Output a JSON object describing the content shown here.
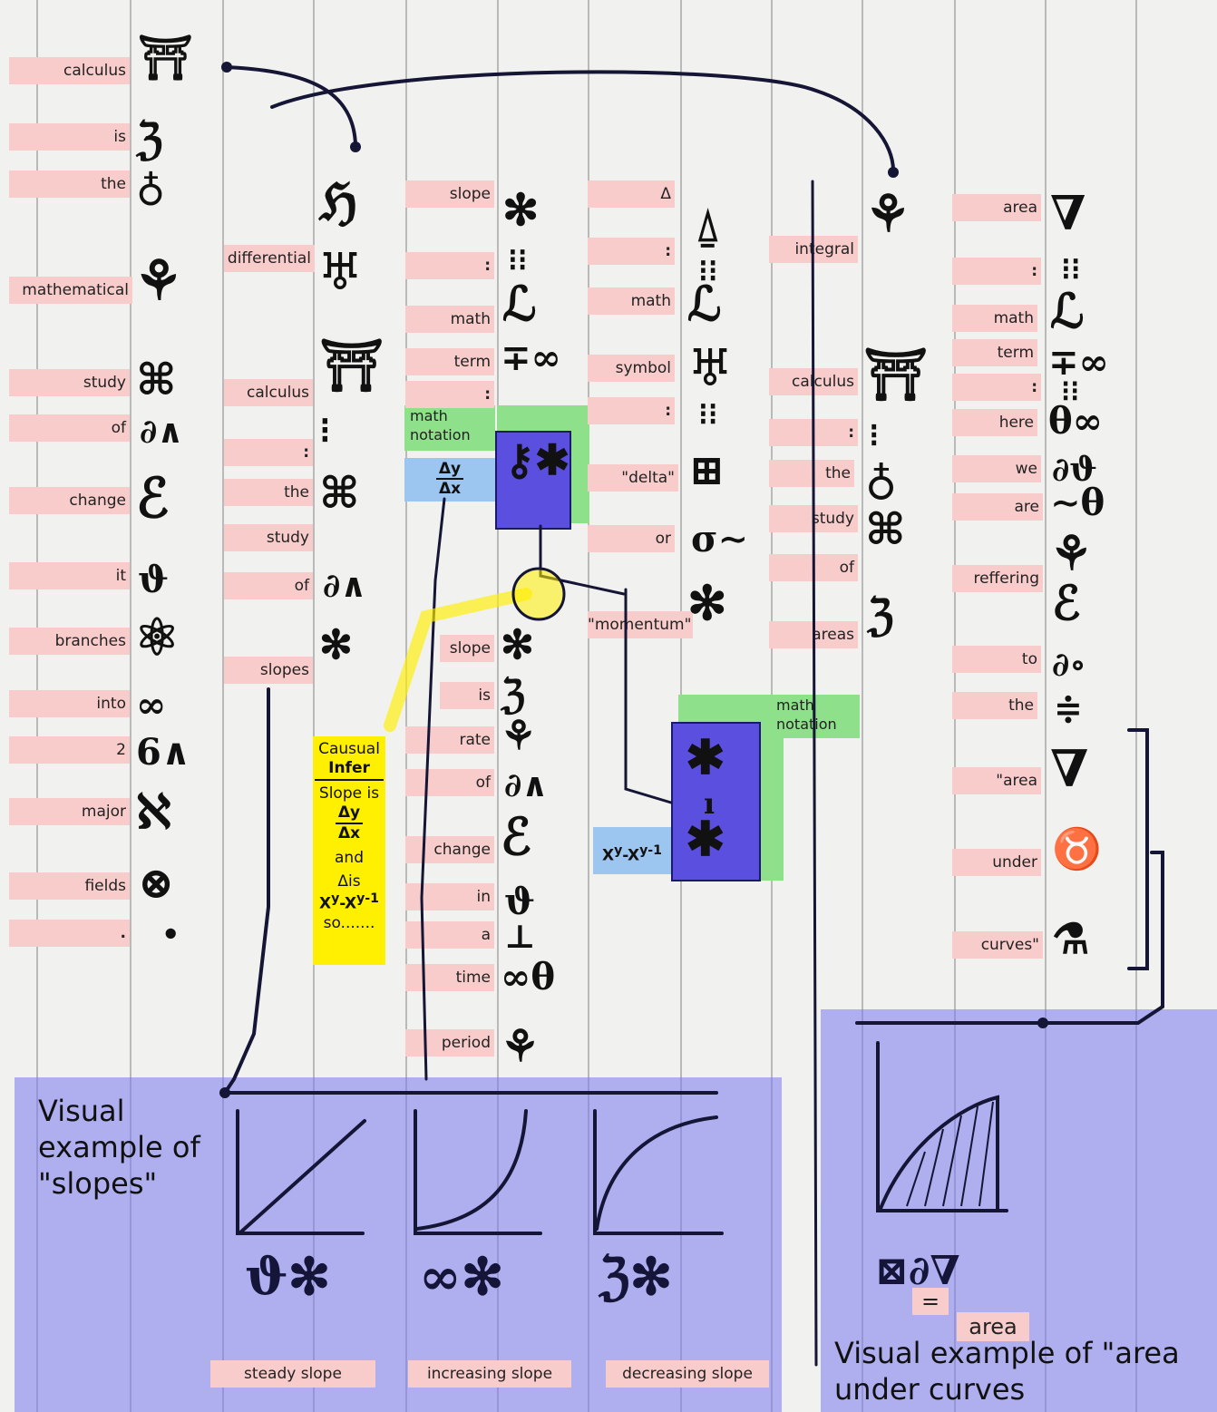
{
  "col1": [
    "calculus",
    "is",
    "the",
    "mathematical",
    "study",
    "of",
    "change",
    "it",
    "branches",
    "into",
    "2",
    "major",
    "fields",
    "."
  ],
  "col2": [
    "differential",
    "calculus",
    ":",
    "the",
    "study",
    "of",
    "slopes"
  ],
  "col3": [
    "slope",
    ":",
    "math",
    "term",
    ":",
    "slope",
    "is",
    "rate",
    "of",
    "change",
    "in",
    "a",
    "time",
    "period"
  ],
  "col4": [
    "Δ",
    ":",
    "math",
    "symbol",
    ":",
    "\"delta\"",
    "or",
    "\"momentum\""
  ],
  "col5": [
    "integral",
    "calculus",
    ":",
    "the",
    "study",
    "of",
    "areas"
  ],
  "col6": [
    "area",
    ":",
    "math",
    "term",
    ":",
    "here",
    "we",
    "are",
    "reffering",
    "to",
    "the",
    "\"area",
    "under",
    "curves\""
  ],
  "math_notation_1": "math notation",
  "math_notation_2": "math notation",
  "delta_frac": {
    "num": "Δy",
    "den": "Δx"
  },
  "x_expr": {
    "base": "X",
    "sup1": "y",
    "minus": "-X",
    "sup2": "y-1"
  },
  "note": {
    "title1": "Causual",
    "title2": "Infer",
    "line1": "Slope is",
    "num": "Δy",
    "den": "Δx",
    "and": "and",
    "delta_is": "Δis",
    "so": "so......."
  },
  "slopes_panel": {
    "title": "Visual example of \"slopes\"",
    "captions": [
      "steady slope",
      "increasing slope",
      "decreasing slope"
    ]
  },
  "area_panel": {
    "equals": "=",
    "area_word": "area",
    "title": "Visual example of \"area under curves"
  },
  "colors": {
    "label_bg": "#f9cccc",
    "panel": "#7878f0",
    "highlight": "#ffef00",
    "green": "#8ee08a",
    "violet": "#5b4fe0"
  }
}
